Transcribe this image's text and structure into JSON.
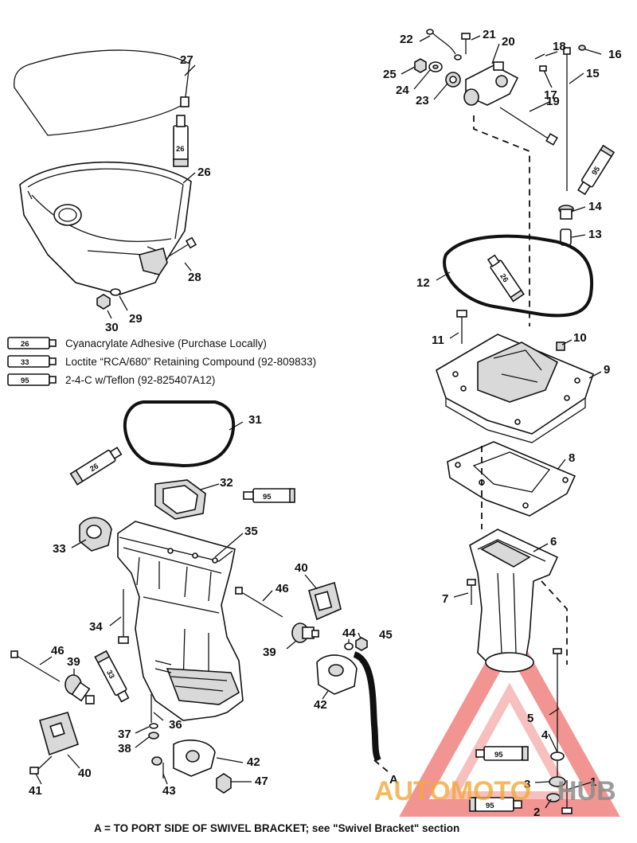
{
  "part_numbers": {
    "p1": "1",
    "p2": "2",
    "p3": "3",
    "p4": "4",
    "p5": "5",
    "p6": "6",
    "p7": "7",
    "p8": "8",
    "p9": "9",
    "p10": "10",
    "p11": "11",
    "p12": "12",
    "p13": "13",
    "p14": "14",
    "p15": "15",
    "p16": "16",
    "p17": "17",
    "p18": "18",
    "p19": "19",
    "p20": "20",
    "p21": "21",
    "p22": "22",
    "p23": "23",
    "p24": "24",
    "p25": "25",
    "p26": "26",
    "p27": "27",
    "p28": "28",
    "p29": "29",
    "p30": "30",
    "p31": "31",
    "p32": "32",
    "p33": "33",
    "p34": "34",
    "p35": "35",
    "p36": "36",
    "p37": "37",
    "p38": "38",
    "p39a": "39",
    "p39b": "39",
    "p40a": "40",
    "p40b": "40",
    "p41": "41",
    "p42a": "42",
    "p42b": "42",
    "p43": "43",
    "p44": "44",
    "p45": "45",
    "p46a": "46",
    "p46b": "46",
    "p47": "47"
  },
  "tube_labels": {
    "t26a": "26",
    "t26b": "26",
    "t26c": "26",
    "t95a": "95",
    "t95b": "95",
    "t95c": "95",
    "t95d": "95",
    "t33": "33"
  },
  "legend": [
    {
      "code": "26",
      "text": "Cyanacrylate Adhesive (Purchase Locally)"
    },
    {
      "code": "33",
      "text": "Loctite “RCA/680” Retaining Compound (92-809833)"
    },
    {
      "code": "95",
      "text": "2-4-C w/Teflon (92-825407A12)"
    }
  ],
  "port_marker": "A",
  "footer_note": "A = TO PORT SIDE OF SWIVEL BRACKET; see \"Swivel Bracket\" section",
  "watermark": {
    "part1": "AUTOMOTO",
    "part2": "HUB"
  },
  "colors": {
    "line": "#111111",
    "watermark_red": "#e8403a",
    "watermark_orange": "#f3a93a",
    "watermark_gray": "#8c8c8c"
  }
}
